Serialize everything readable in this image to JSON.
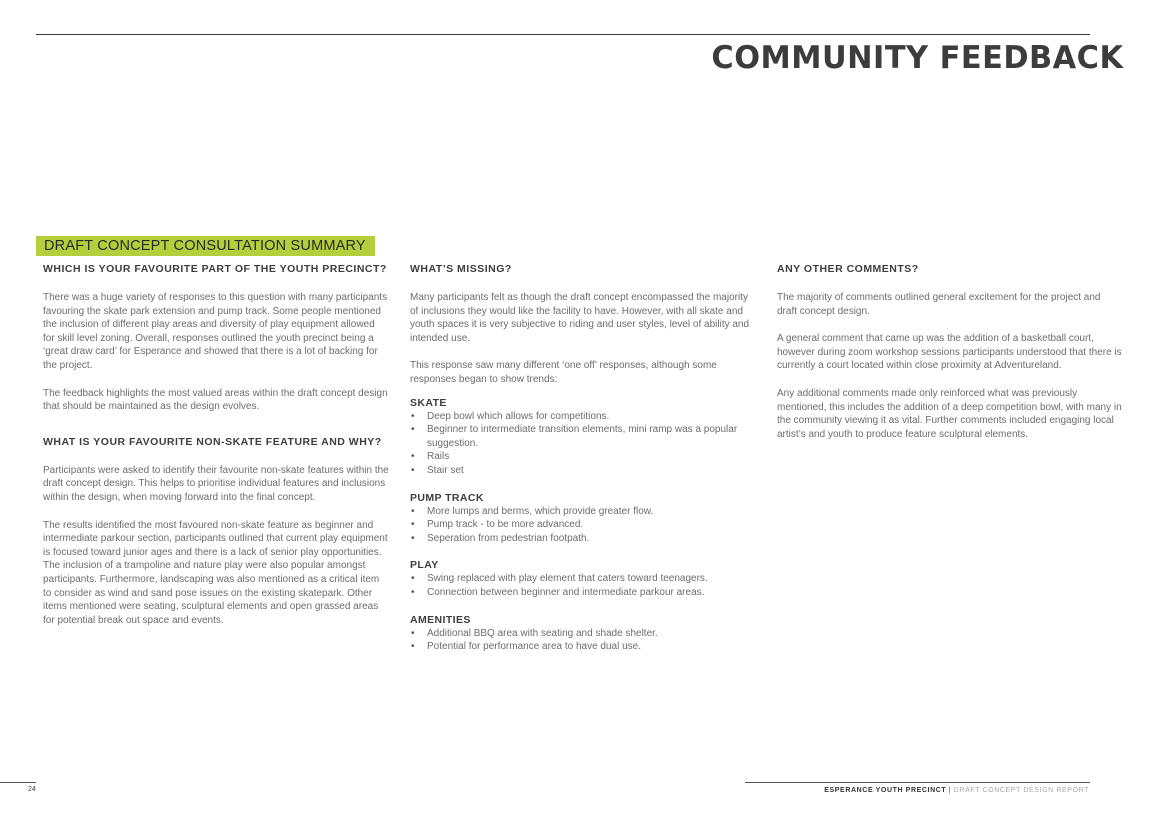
{
  "title": "COMMUNITY FEEDBACK",
  "section_banner": "DRAFT CONCEPT CONSULTATION SUMMARY",
  "colors": {
    "banner_accent": "#b5cf3c",
    "heading_text": "#3e3e3e",
    "body_text": "#6d6d6d"
  },
  "col1": {
    "heading_1": "WHICH IS YOUR FAVOURITE PART OF THE YOUTH PRECINCT?",
    "paras_1": [
      "There was a huge variety of responses to this question with many participants favouring the skate park extension and pump track.  Some people mentioned the inclusion of different play areas and diversity of play equipment allowed for skill level zoning. Overall, responses outlined the youth precinct being a ‘great draw card’ for Esperance and showed that there is a lot of backing for the project.",
      "The feedback highlights the most valued areas within the draft concept design that should be maintained as the design evolves."
    ],
    "heading_2": "WHAT IS YOUR FAVOURITE NON-SKATE FEATURE AND WHY?",
    "paras_2": [
      "Participants were asked to identify their favourite non-skate features within the draft concept design. This helps to prioritise individual features and inclusions within the design, when moving forward into the final concept.",
      "The results identified the most favoured non-skate feature as beginner and intermediate parkour section, participants outlined that current play equipment is focused toward junior ages and there is a lack of senior play opportunities. The inclusion of a trampoline and nature play were also popular amongst participants. Furthermore, landscaping was also mentioned as a critical item to consider as wind and sand pose issues on the existing skatepark. Other items mentioned were seating, sculptural elements and open grassed areas for potential break out space and events."
    ]
  },
  "col2": {
    "heading": "WHAT’S MISSING?",
    "paras": [
      "Many participants felt as though the draft concept encompassed the majority of inclusions they would like the facility to have. However, with all skate and youth spaces it is very subjective to riding and user styles, level of ability and intended use.",
      "This response saw many different ‘one off’ responses, although some responses began to show trends:"
    ],
    "groups": [
      {
        "title": "SKATE",
        "items": [
          "Deep bowl which allows for competitions.",
          "Beginner to intermediate transition elements, mini ramp was a popular suggestion.",
          "Rails",
          "Stair set"
        ]
      },
      {
        "title": "PUMP TRACK",
        "items": [
          "More lumps and berms, which provide greater flow.",
          "Pump track - to be more advanced.",
          "Seperation from pedestrian footpath."
        ]
      },
      {
        "title": "PLAY",
        "items": [
          "Swing replaced with play element that caters toward teenagers.",
          "Connection between beginner and intermediate parkour areas."
        ]
      },
      {
        "title": "AMENITIES",
        "items": [
          "Additional BBQ area with seating and shade shelter.",
          "Potential for performance area to have dual use."
        ]
      }
    ]
  },
  "col3": {
    "heading": "ANY OTHER COMMENTS?",
    "paras": [
      "The majority of comments outlined general excitement for the project and draft concept design.",
      "A general comment that came up was the addition of a basketball court, however during zoom workshop sessions participants understood that there is currently a court located within close proximity at Adventureland.",
      "Any additional comments made only reinforced what was previously mentioned, this includes the addition of a deep competition bowl, with many in the community viewing it as vital. Further comments included engaging local artist’s and youth to produce feature sculptural elements."
    ]
  },
  "footer": {
    "page_number": "24",
    "project": "ESPERANCE YOUTH PRECINCT",
    "separator": " | ",
    "report": "DRAFT CONCEPT DESIGN REPORT"
  },
  "bullet_glyph": "•"
}
